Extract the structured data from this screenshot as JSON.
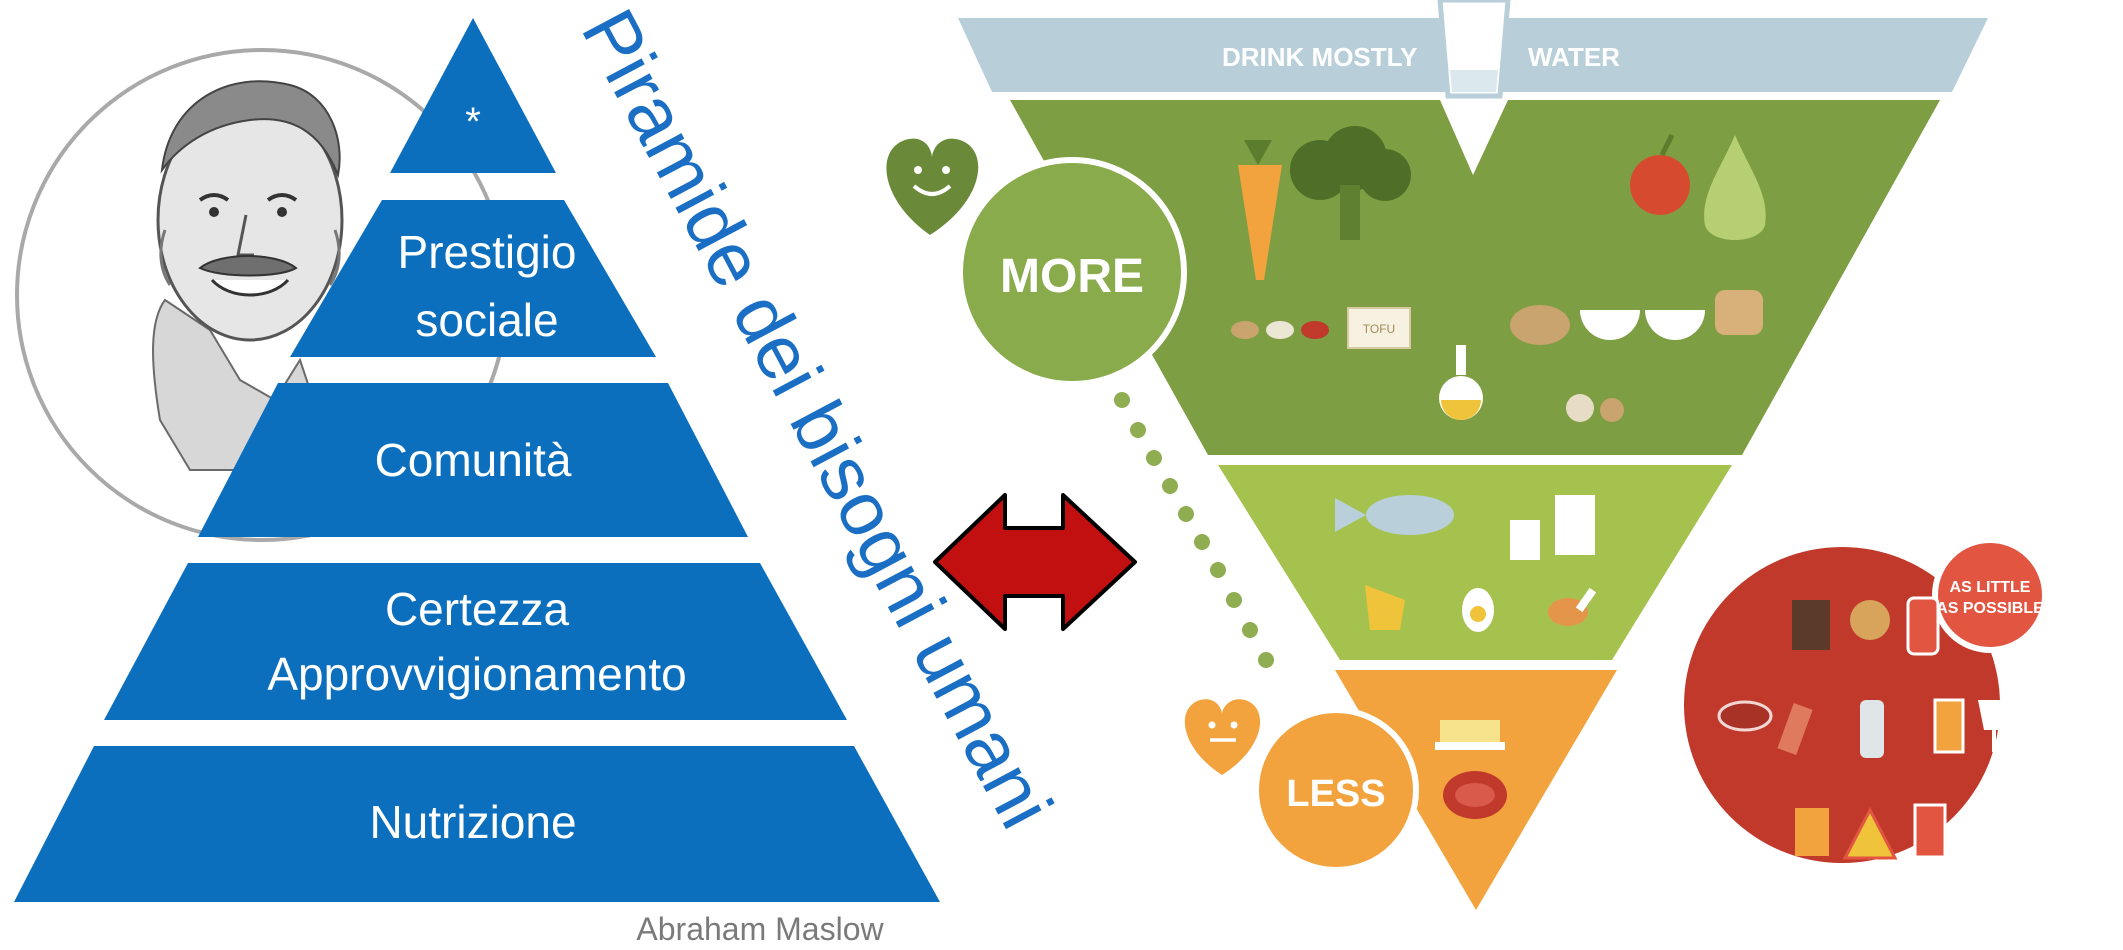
{
  "maslow": {
    "title": "Piramide dei bisogni umani",
    "tiers": [
      {
        "lines": [
          "*"
        ]
      },
      {
        "lines": [
          "Prestigio",
          "sociale"
        ]
      },
      {
        "lines": [
          "Comunità"
        ]
      },
      {
        "lines": [
          "Certezza",
          "Approvvigionamento"
        ]
      },
      {
        "lines": [
          "Nutrizione"
        ]
      }
    ],
    "caption": "Abraham Maslow"
  },
  "food_pyramid": {
    "water_left": "DRINK MOSTLY",
    "water_right": "WATER",
    "more_label": "MORE",
    "less_label": "LESS",
    "little_label_1": "AS LITTLE",
    "little_label_2": "AS POSSIBLE",
    "tofu_label": "TOFU"
  },
  "colors": {
    "maslow_blue": "#0b6fbe",
    "water_band": "#b8cfd9",
    "green_dark": "#7d9e43",
    "green_light": "#a6c24e",
    "orange": "#f3a33e",
    "red_circle": "#c0392b",
    "arrow_red": "#c21010"
  }
}
